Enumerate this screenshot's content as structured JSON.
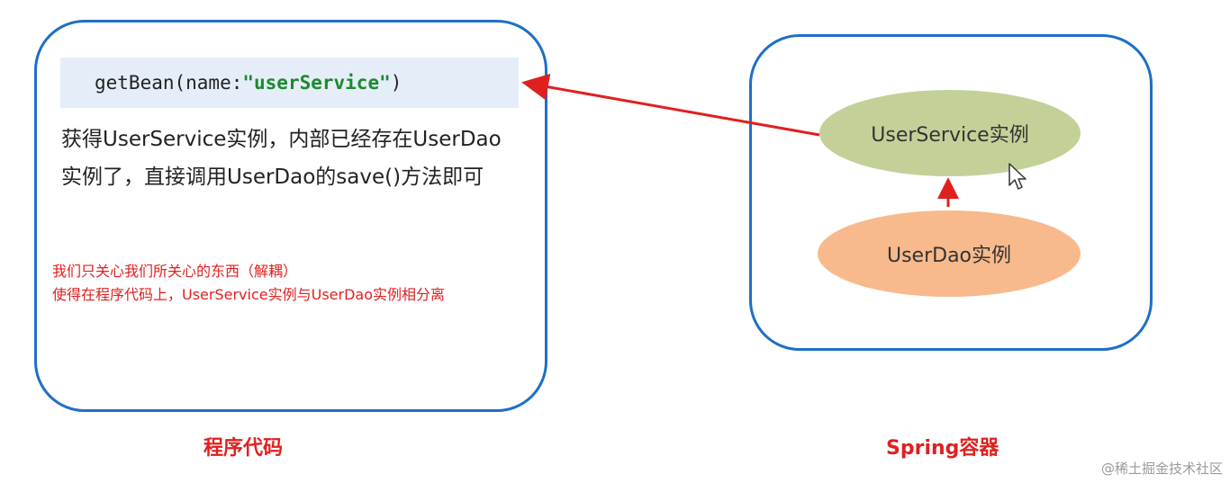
{
  "left_panel": {
    "code": {
      "prefix": "getBean(name:",
      "string_arg": "\"userService\"",
      "suffix": ")"
    },
    "description_lines": [
      "获得UserService实例，内部已经存在UserDao",
      "实例了，直接调用UserDao的save()方法即可"
    ],
    "note_lines": [
      "我们只关心我们所关心的东西（解耦）",
      "使得在程序代码上，UserService实例与UserDao实例相分离"
    ],
    "caption": "程序代码"
  },
  "right_panel": {
    "service_node": "UserService实例",
    "dao_node": "UserDao实例",
    "caption": "Spring容器"
  },
  "watermark": "@稀土掘金技术社区",
  "colors": {
    "border": "#1f6fc5",
    "arrow": "#e02020",
    "service_fill": "#c3d199",
    "dao_fill": "#f8ba8c",
    "code_bg": "#e5eef8",
    "code_string": "#1a8a2e",
    "note_text": "#e02020"
  },
  "icons": {
    "cursor": "mouse-pointer-icon"
  }
}
